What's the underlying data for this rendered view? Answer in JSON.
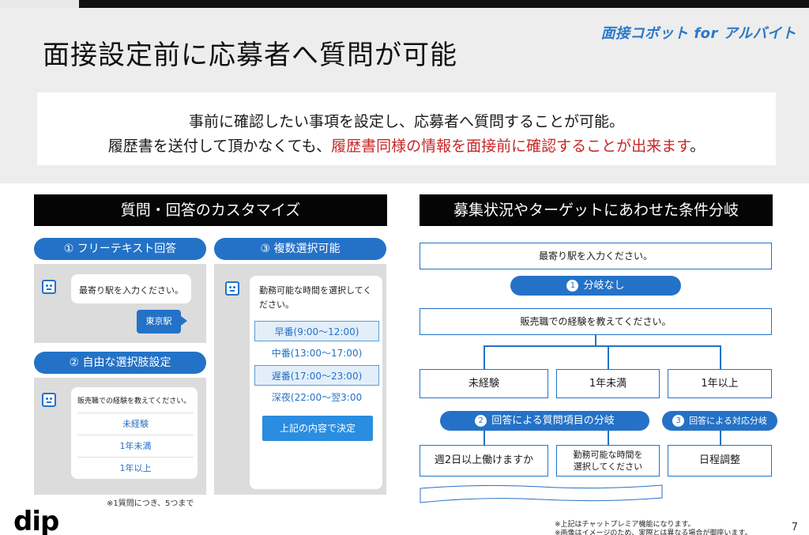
{
  "slide": {
    "title": "面接設定前に応募者へ質問が可能",
    "brand": "面接コボット for アルバイト",
    "page_number": "7"
  },
  "intro": {
    "line1": "事前に確認したい事項を設定し、応募者へ質問することが可能。",
    "line2_plain": "履歴書を送付して頂かなくても、",
    "line2_highlight": "履歴書同様の情報を面接前に確認することが出来ます",
    "line2_end": "。",
    "highlight_color": "#c62828"
  },
  "left_section": {
    "title": "質問・回答のカスタマイズ",
    "free_text": {
      "label": "① フリーテキスト回答",
      "question": "最寄り駅を入力ください。",
      "answer": "東京駅"
    },
    "choice": {
      "label": "② 自由な選択肢設定",
      "question": "販売職での経験を教えてください。",
      "options": [
        "未経験",
        "1年未満",
        "1年以上"
      ]
    },
    "multi": {
      "label": "③ 複数選択可能",
      "question": "勤務可能な時間を選択してください。",
      "options": [
        {
          "text": "早番(9:00～12:00)",
          "selected": true
        },
        {
          "text": "中番(13:00～17:00)",
          "selected": false
        },
        {
          "text": "遅番(17:00～23:00)",
          "selected": true
        },
        {
          "text": "深夜(22:00～翌3:00",
          "selected": false
        }
      ],
      "button": "上記の内容で決定"
    },
    "note": "※1質問につき、5つまで"
  },
  "right_section": {
    "title": "募集状況やターゲットにあわせた条件分岐",
    "q1": "最寄り駅を入力ください。",
    "branch1": {
      "num": "1",
      "label": "分岐なし"
    },
    "q2": "販売職での経験を教えてください。",
    "answers": [
      "未経験",
      "1年未満",
      "1年以上"
    ],
    "branch2": {
      "num": "2",
      "label": "回答による質問項目の分岐"
    },
    "branch3": {
      "num": "3",
      "label": "回答による対応分岐"
    },
    "results": [
      "週2日以上働けますか",
      "勤務可能な時間を\n選択してください",
      "日程調整"
    ]
  },
  "footer": {
    "logo": "dip",
    "note1": "※上記はチャットプレミア機能になります。",
    "note2": "※画像はイメージのため、実際とは異なる場合が御座います。"
  },
  "colors": {
    "accent": "#2472c7",
    "header_bg": "#ededed",
    "section_header_bg": "#050505"
  }
}
